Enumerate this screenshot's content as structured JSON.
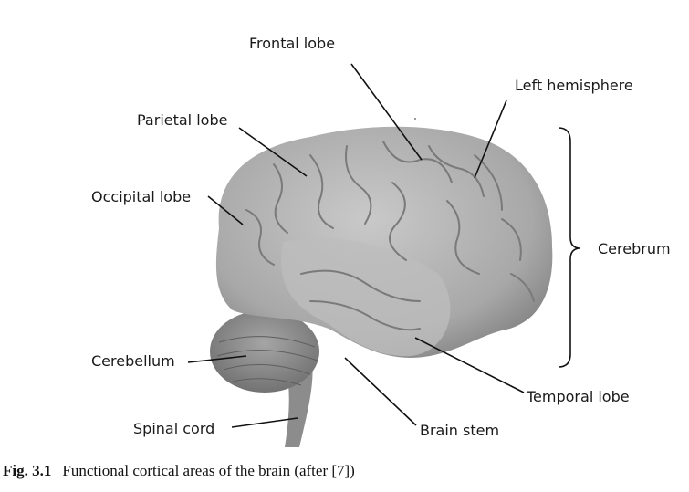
{
  "labels": {
    "frontal_lobe": "Frontal lobe",
    "left_hemisphere": "Left hemisphere",
    "parietal_lobe": "Parietal lobe",
    "occipital_lobe": "Occipital lobe",
    "cerebrum": "Cerebrum",
    "cerebellum": "Cerebellum",
    "temporal_lobe": "Temporal lobe",
    "spinal_cord": "Spinal cord",
    "brain_stem": "Brain stem"
  },
  "caption": {
    "number": "Fig. 3.1",
    "text": "Functional cortical areas of the brain (after [7])"
  }
}
